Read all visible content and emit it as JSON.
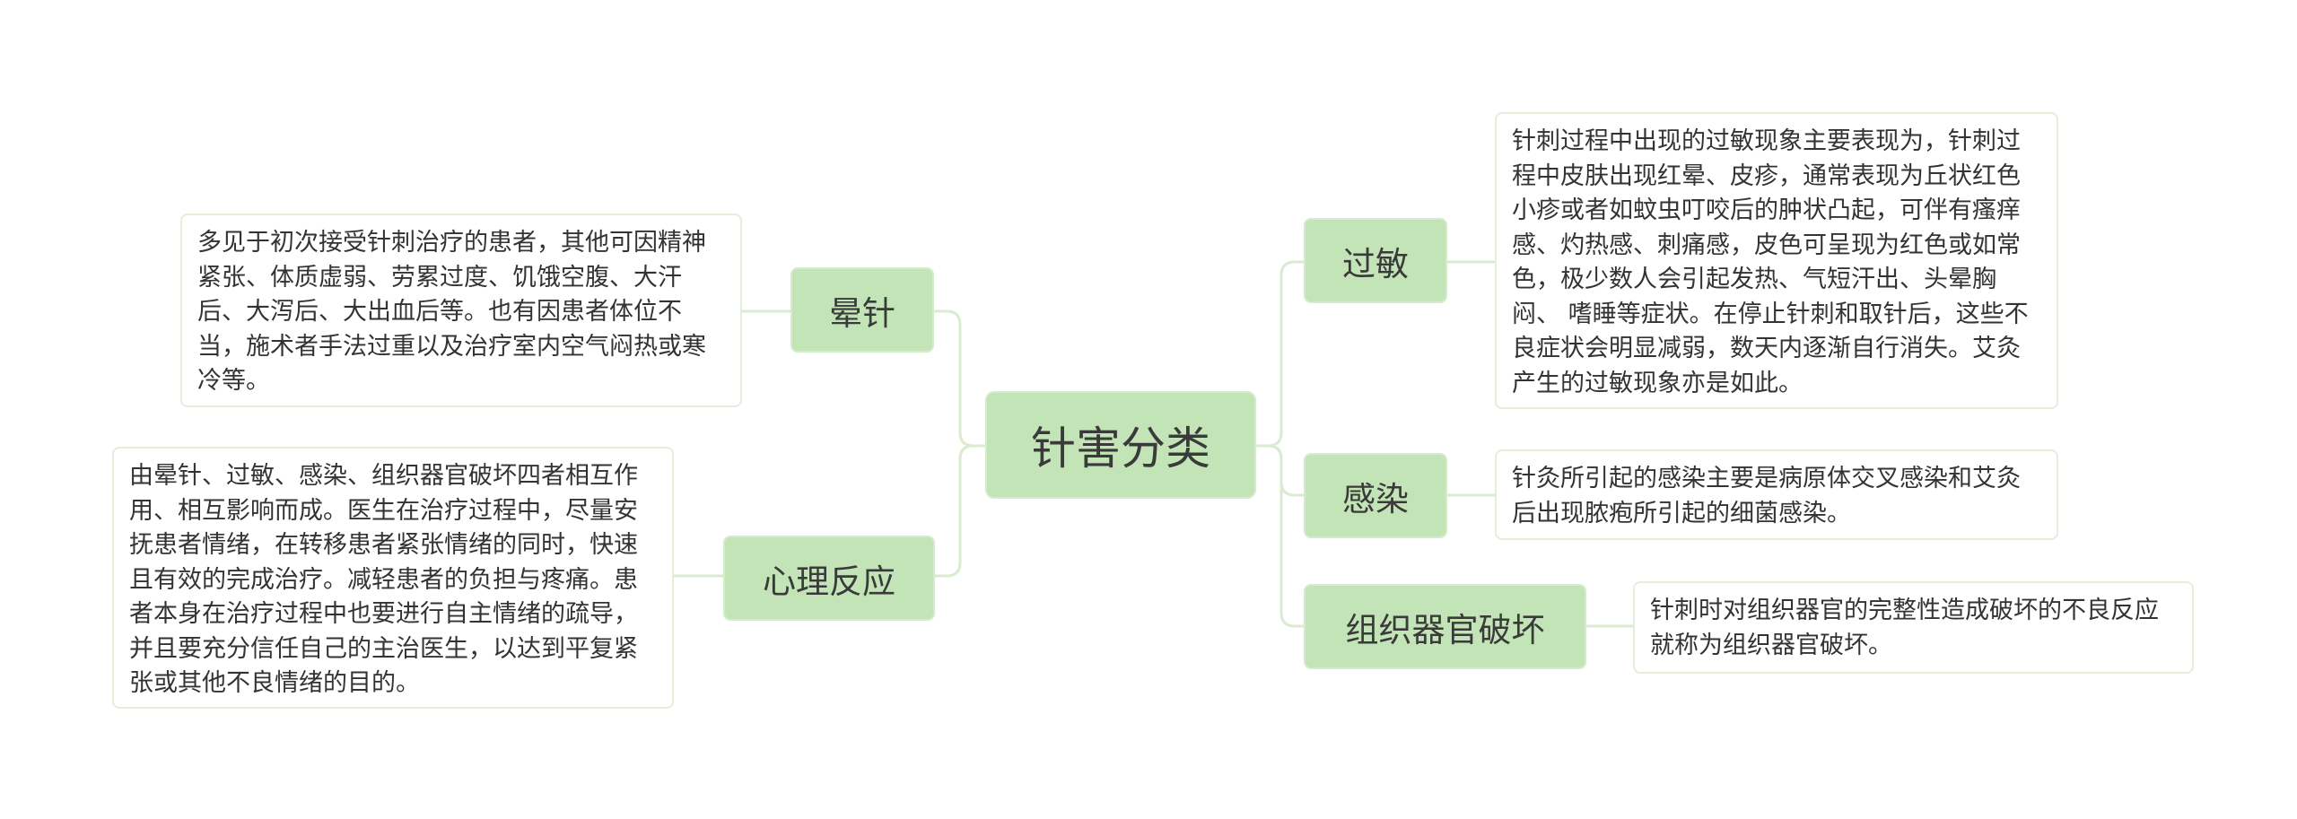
{
  "colors": {
    "node_fill": "#c2e4b6",
    "node_border": "#d5ebcd",
    "line": "#d9ebd0",
    "note_border": "#e3eedd",
    "text": "#333333"
  },
  "root": {
    "label": "针害分类"
  },
  "branches": {
    "yunzhen": {
      "label": "晕针",
      "note": "多见于初次接受针刺治疗的患者，其他可因精神紧张、体质虚弱、劳累过度、饥饿空腹、大汗后、大泻后、大出血后等。也有因患者体位不当，施术者手法过重以及治疗室内空气闷热或寒冷等。"
    },
    "xinli": {
      "label": "心理反应",
      "note": "由晕针、过敏、感染、组织器官破坏四者相互作用、相互影响而成。医生在治疗过程中，尽量安抚患者情绪，在转移患者紧张情绪的同时，快速且有效的完成治疗。减轻患者的负担与疼痛。患者本身在治疗过程中也要进行自主情绪的疏导，并且要充分信任自己的主治医生，以达到平复紧张或其他不良情绪的目的。"
    },
    "guomin": {
      "label": "过敏",
      "note": "针刺过程中出现的过敏现象主要表现为，针刺过程中皮肤出现红晕、皮疹，通常表现为丘状红色小疹或者如蚊虫叮咬后的肿状凸起，可伴有瘙痒感、灼热感、刺痛感，皮色可呈现为红色或如常色，极少数人会引起发热、气短汗出、头晕胸闷、 嗜睡等症状。在停止针刺和取针后，这些不良症状会明显减弱，数天内逐渐自行消失。艾灸产生的过敏现象亦是如此。"
    },
    "ganran": {
      "label": "感染",
      "note": "针灸所引起的感染主要是病原体交叉感染和艾灸后出现脓疱所引起的细菌感染。"
    },
    "zuzhi": {
      "label": "组织器官破坏",
      "note": "针刺时对组织器官的完整性造成破坏的不良反应就称为组织器官破坏。"
    }
  }
}
